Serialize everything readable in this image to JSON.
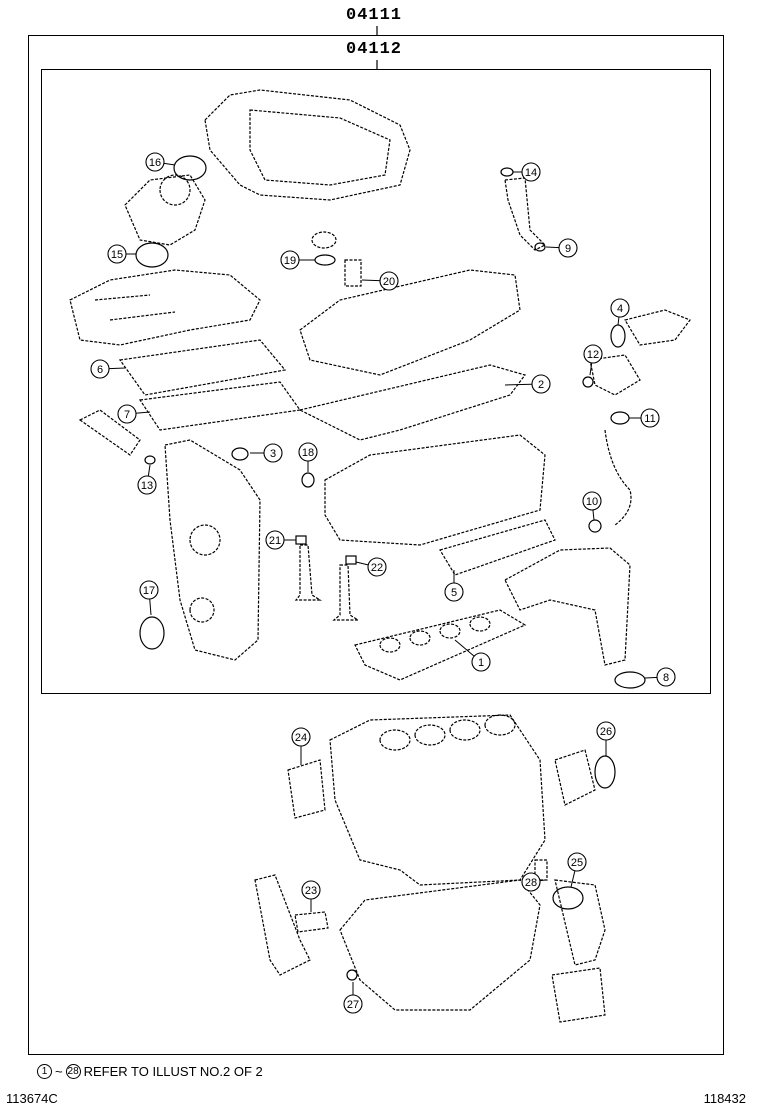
{
  "header": {
    "kit_outer_code": "04111",
    "kit_inner_code": "04112"
  },
  "callouts": [
    {
      "id": "1",
      "icon": "gasket-cylinder-head"
    },
    {
      "id": "2",
      "icon": "gasket-head-cover"
    },
    {
      "id": "3",
      "icon": "gasket-small"
    },
    {
      "id": "4",
      "icon": "gasket-water-outlet"
    },
    {
      "id": "5",
      "icon": "gasket-exhaust-manifold"
    },
    {
      "id": "6",
      "icon": "gasket-intake-manifold"
    },
    {
      "id": "7",
      "icon": "gasket-intake-manifold"
    },
    {
      "id": "8",
      "icon": "gasket-exhaust-pipe"
    },
    {
      "id": "9",
      "icon": "o-ring-injector"
    },
    {
      "id": "10",
      "icon": "gasket"
    },
    {
      "id": "11",
      "icon": "gasket"
    },
    {
      "id": "12",
      "icon": "gasket"
    },
    {
      "id": "13",
      "icon": "o-ring"
    },
    {
      "id": "14",
      "icon": "o-ring-injector"
    },
    {
      "id": "15",
      "icon": "gasket-throttle-body"
    },
    {
      "id": "16",
      "icon": "gasket-air-intake"
    },
    {
      "id": "17",
      "icon": "oil-seal-crankshaft-front"
    },
    {
      "id": "18",
      "icon": "oil-seal-camshaft"
    },
    {
      "id": "19",
      "icon": "gasket-oil-filler-cap"
    },
    {
      "id": "20",
      "icon": "gasket-pcv"
    },
    {
      "id": "21",
      "icon": "valve-stem-seal"
    },
    {
      "id": "22",
      "icon": "valve-stem-seal"
    },
    {
      "id": "23",
      "icon": "gasket-oil-strainer"
    },
    {
      "id": "24",
      "icon": "gasket"
    },
    {
      "id": "25",
      "icon": "o-ring"
    },
    {
      "id": "26",
      "icon": "oil-seal-crankshaft-rear"
    },
    {
      "id": "27",
      "icon": "gasket-drain-plug"
    },
    {
      "id": "28",
      "icon": "o-ring"
    }
  ],
  "footnote": {
    "range_start": "1",
    "tilde": "~",
    "range_end": "28",
    "text": "REFER TO ILLUST NO.2 OF 2"
  },
  "illustration_code": "113674C",
  "page_code": "118432"
}
